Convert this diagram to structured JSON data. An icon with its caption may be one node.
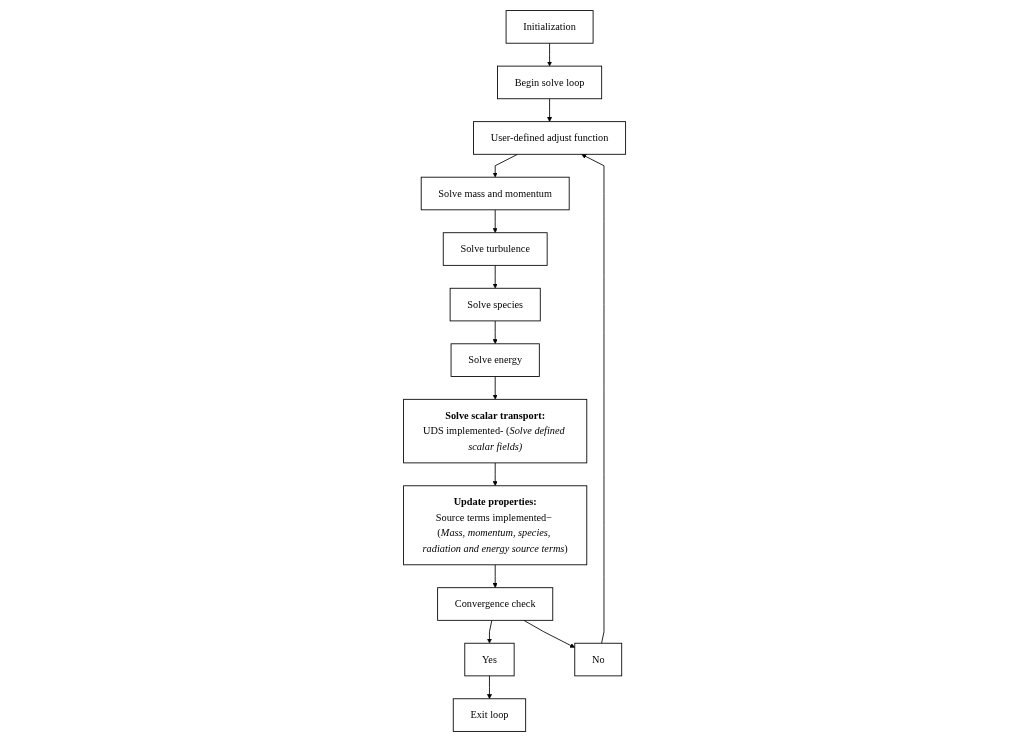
{
  "diagram": {
    "nodes": [
      {
        "text": [
          "Initialization"
        ]
      },
      {
        "text": [
          "Begin solve loop"
        ]
      },
      {
        "text": [
          "User-defined adjust function"
        ]
      },
      {
        "text": [
          "Exit loop"
        ]
      },
      {
        "text": [
          "Yes"
        ]
      },
      {
        "text": [
          "No"
        ]
      },
      {
        "text": [
          "Solve mass and momentum"
        ]
      },
      {
        "text": [
          "Solve turbulence"
        ]
      },
      {
        "text": [
          "Solve species"
        ]
      },
      {
        "text": [
          "Convergence check"
        ]
      },
      {
        "text": [
          "Solve energy"
        ]
      },
      {
        "text": [
          "Update properties:",
          "Source terms implemented− (*Mass, momentum, species, radiation and energy source terms*)"
        ]
      },
      {
        "text": [
          "Solve scalar transport:",
          "UDS implemented- (*Solve defined scalar fields)*"
        ]
      }
    ],
    "edges": [
      {
        "from": 0,
        "to": 1,
        "arrow": "to"
      },
      {
        "from": 1,
        "to": 2,
        "arrow": "to"
      },
      {
        "from": 5,
        "to": 2,
        "arrow": "to"
      },
      {
        "from": 2,
        "to": 6,
        "arrow": "to"
      },
      {
        "from": 6,
        "to": 7,
        "arrow": "to"
      },
      {
        "from": 7,
        "to": 8,
        "arrow": "to"
      },
      {
        "from": 8,
        "to": 10,
        "arrow": "to"
      },
      {
        "from": 10,
        "to": 12,
        "arrow": "to"
      },
      {
        "from": 12,
        "to": 11,
        "arrow": "to"
      },
      {
        "from": 11,
        "to": 9,
        "arrow": "to"
      },
      {
        "from": 9,
        "to": 4,
        "arrow": "to"
      },
      {
        "from": 9,
        "to": 5,
        "arrow": "to"
      },
      {
        "from": 4,
        "to": 3,
        "arrow": "to"
      }
    ]
  }
}
